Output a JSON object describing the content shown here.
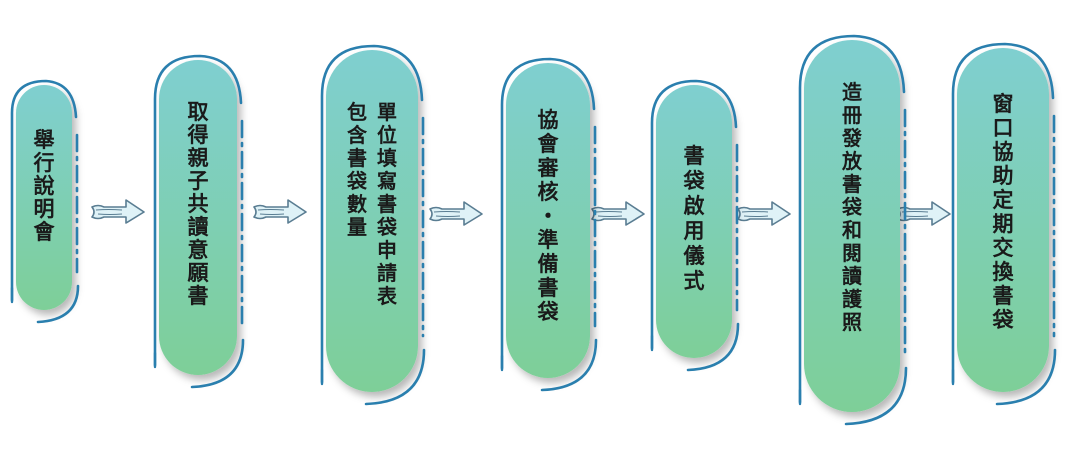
{
  "steps": [
    {
      "columns": [
        "舉行說明會"
      ]
    },
    {
      "columns": [
        "取得親子共讀意願書"
      ]
    },
    {
      "columns": [
        "單位填寫書袋申請表",
        "包含書袋數量"
      ]
    },
    {
      "columns": [
        "協會審核・準備書袋"
      ]
    },
    {
      "columns": [
        "書袋啟用儀式"
      ]
    },
    {
      "columns": [
        "造冊發放書袋和閱讀護照"
      ]
    },
    {
      "columns": [
        "窗口協助定期交換書袋"
      ]
    }
  ],
  "colors": {
    "pill_top": "#7fcfd0",
    "pill_bottom": "#7ecf98",
    "outline": "#2a7fae",
    "arrow_fill": "#dff2f7",
    "arrow_stroke": "#5a7d92",
    "text": "#1a1a1a"
  },
  "icons": {
    "connector": "sketch-arrow-right-icon"
  }
}
